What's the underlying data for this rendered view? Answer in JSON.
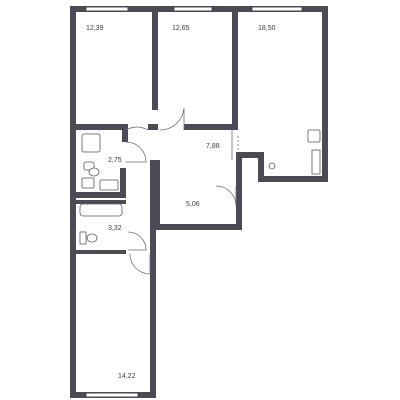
{
  "floor_plan": {
    "colors": {
      "wall": "#4b4b55",
      "window": "#ffffff",
      "window_frame": "#4b4b55",
      "fixture_stroke": "#5a5a64",
      "door_arc": "#6e6e78",
      "label": "#3c3c46",
      "background": "#ffffff"
    },
    "rooms": [
      {
        "id": "bedroom-left-top",
        "area": "12,39"
      },
      {
        "id": "bedroom-middle-top",
        "area": "12,65"
      },
      {
        "id": "living-kitchen",
        "area": "18,50"
      },
      {
        "id": "hallway",
        "area": "7,88"
      },
      {
        "id": "bathroom-upper",
        "area": "2,75"
      },
      {
        "id": "storage",
        "area": "5,06"
      },
      {
        "id": "bathroom-lower",
        "area": "3,32"
      },
      {
        "id": "bedroom-bottom",
        "area": "14,22"
      }
    ],
    "fixtures": [
      "bathtub-icon",
      "toilet-icon",
      "sink-icon",
      "kitchen-sink-icon",
      "stove-icon"
    ]
  }
}
